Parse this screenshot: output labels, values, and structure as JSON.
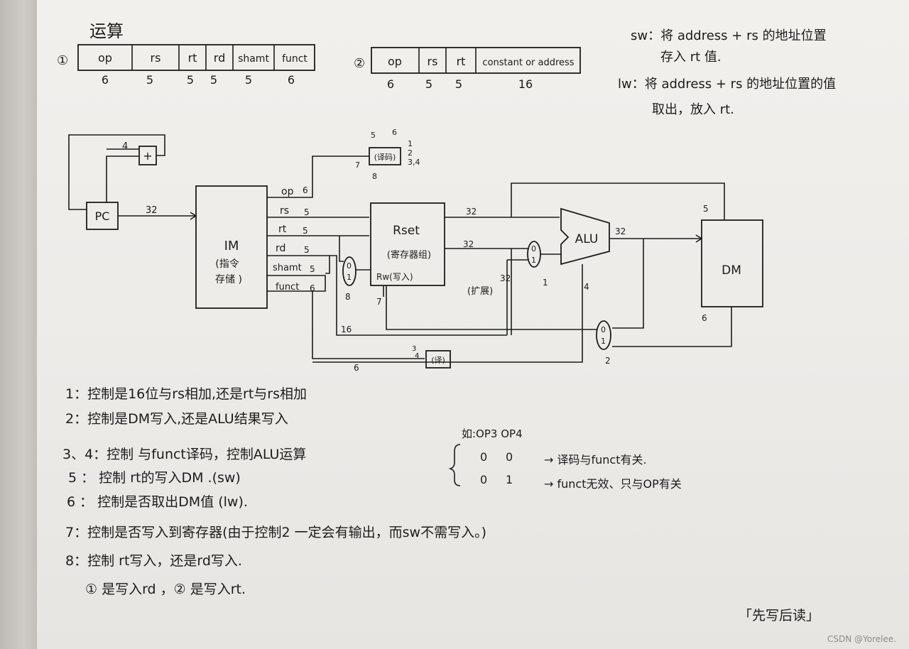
{
  "title": "运算",
  "format_r": {
    "num": "①",
    "fields": [
      "op",
      "rs",
      "rt",
      "rd",
      "shamt",
      "funct"
    ],
    "bits": [
      "6",
      "5",
      "5",
      "5",
      "5",
      "6"
    ]
  },
  "format_i": {
    "num": "②",
    "fields": [
      "op",
      "rs",
      "rt",
      "constant or address"
    ],
    "bits": [
      "6",
      "5",
      "5",
      "16"
    ]
  },
  "side_notes": {
    "sw_1": "sw：将 address + rs  的地址位置",
    "sw_2": "存入 rt 值.",
    "lw_1": "lw：将 address + rs  的地址位置的值",
    "lw_2": "取出，放入 rt."
  },
  "diagram": {
    "pc": "PC",
    "adder": "+",
    "four": "4",
    "w32a": "32",
    "im_1": "IM",
    "im_2": "(指令",
    "im_3": "存储 )",
    "im_op": "op",
    "im_op_n": "6",
    "im_rs": "rs",
    "im_rs_n": "5",
    "im_rt": "rt",
    "im_rt_n": "5",
    "im_rd": "rd",
    "im_rd_n": "5",
    "im_shamt": "shamt",
    "im_shamt_n": "5",
    "im_funct": "funct",
    "im_funct_n": "6",
    "dec1": "(译码)",
    "dec1_top5": "5",
    "dec1_top6": "6",
    "dec1_r1": "1",
    "dec1_r2": "2",
    "dec1_r34": "3,4",
    "dec1_l7": "7",
    "dec1_b8": "8",
    "rset_1": "Rset",
    "rset_2": "(寄存器组)",
    "rset_rw": "Rw(写入)",
    "rset_7": "7",
    "mux_0": "0",
    "mux_1": "1",
    "mux_8": "8",
    "w32b": "32",
    "w32c": "32",
    "w32d": "32",
    "w32e": "32",
    "ext": "(扩展)",
    "m1_0": "0",
    "m1_1": "1",
    "m1_sel": "1",
    "alu": "ALU",
    "alu_4": "4",
    "dm": "DM",
    "dm_5": "5",
    "dm_6": "6",
    "m3_0": "0",
    "m3_1": "1",
    "m3_sel": "2",
    "w16": "16",
    "w6": "6",
    "dec2": "(译)",
    "dec2_3": "3",
    "dec2_4": "4"
  },
  "notes": {
    "n1": "1：控制是16位与rs相加,还是rt与rs相加",
    "n2": "2：控制是DM写入,还是ALU结果写入",
    "n34": "3、4：控制 与funct译码，控制ALU运算",
    "n5": "5 ： 控制 rt的写入DM  .(sw)",
    "n6": "6 ： 控制是否取出DM值  (lw).",
    "n7": "7：控制是否写入到寄存器(由于控制2 一定会有输出，而sw不需写入。)",
    "n8": "8：控制 rt写入，还是rd写入.",
    "n9": "① 是写入rd ，② 是写入rt."
  },
  "op_table": {
    "head": "如:OP3  OP4",
    "row1_a": "0",
    "row1_b": "0",
    "row1_c": "→ 译码与funct有关.",
    "row2_a": "0",
    "row2_b": "1",
    "row2_c": "→  funct无效、只与OP有关"
  },
  "signature": "「先写后读」",
  "watermark": "CSDN @Yorelee."
}
